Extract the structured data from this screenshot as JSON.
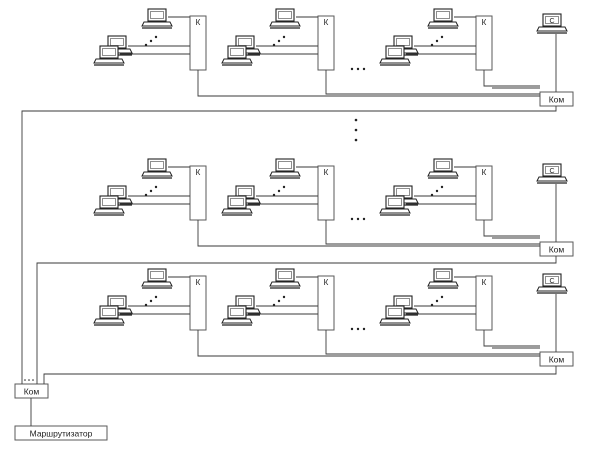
{
  "labels": {
    "concentrator": "К",
    "server": "С",
    "switch": "Ком",
    "main_switch": "Ком",
    "router": "Маршрутизатор"
  },
  "colors": {
    "line": "#3a3a3a",
    "box_stroke": "#5a5a5a",
    "background": "#ffffff"
  },
  "icons": [
    "computer-icon",
    "server-computer-icon",
    "ellipsis-dots"
  ]
}
